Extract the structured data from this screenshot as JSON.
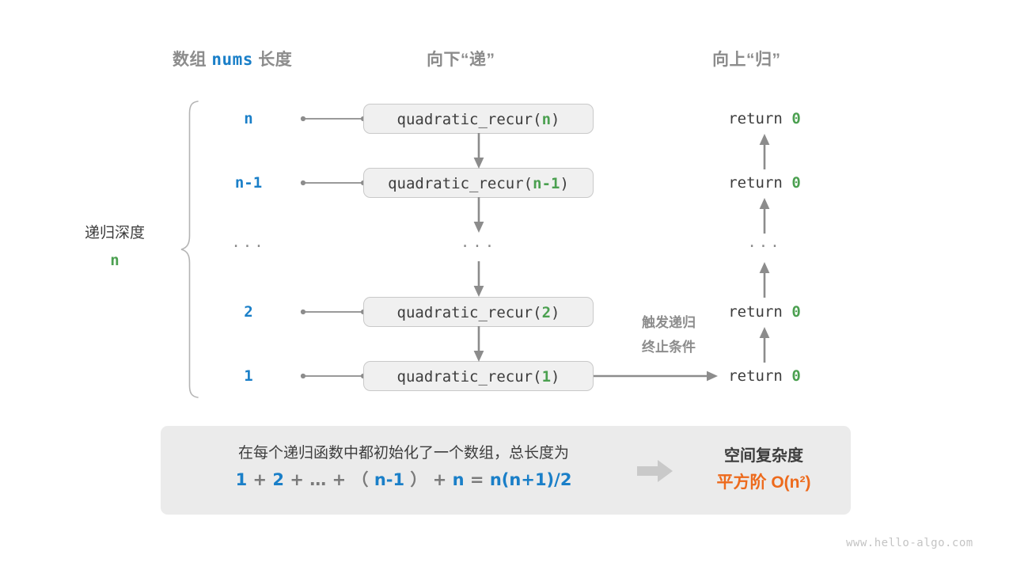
{
  "headers": {
    "array_length_prefix": "数组",
    "array_length_var": "nums",
    "array_length_suffix": "长度",
    "down": "向下“递”",
    "up": "向上“归”"
  },
  "depth": {
    "label": "递归深度",
    "value": "n"
  },
  "rows": [
    {
      "length": "n",
      "call_name": "quadratic_recur",
      "call_arg": "n",
      "return_text": "return",
      "return_value": "0"
    },
    {
      "length": "n-1",
      "call_name": "quadratic_recur",
      "call_arg": "n-1",
      "return_text": "return",
      "return_value": "0"
    },
    {
      "length": "···",
      "call_name": "···",
      "call_arg": "",
      "return_text": "···",
      "return_value": ""
    },
    {
      "length": "2",
      "call_name": "quadratic_recur",
      "call_arg": "2",
      "return_text": "return",
      "return_value": "0"
    },
    {
      "length": "1",
      "call_name": "quadratic_recur",
      "call_arg": "1",
      "return_text": "return",
      "return_value": "0"
    }
  ],
  "terminate_note": {
    "line1": "触发递归",
    "line2": "终止条件"
  },
  "summary": {
    "description": "在每个递归函数中都初始化了一个数组，总长度为",
    "formula_tokens": [
      {
        "t": "1",
        "c": "blue"
      },
      {
        "t": "+",
        "c": "gray"
      },
      {
        "t": "2",
        "c": "blue"
      },
      {
        "t": "+",
        "c": "gray"
      },
      {
        "t": "…",
        "c": "gray"
      },
      {
        "t": "+",
        "c": "gray"
      },
      {
        "t": "（",
        "c": "gray"
      },
      {
        "t": "n-1",
        "c": "blue"
      },
      {
        "t": "）",
        "c": "gray"
      },
      {
        "t": "+",
        "c": "gray"
      },
      {
        "t": "n",
        "c": "blue"
      },
      {
        "t": "=",
        "c": "gray"
      },
      {
        "t": "n(n+1)/2",
        "c": "blue"
      }
    ],
    "arrow_icon": "right-arrow-icon",
    "complexity_title": "空间复杂度",
    "complexity_value": "平方阶  O(n²)"
  },
  "watermark": "www.hello-algo.com",
  "colors": {
    "blue": "#1a7fc8",
    "green": "#4ba050",
    "orange": "#ed6a1c",
    "gray_text": "#8c8c8c",
    "dark_text": "#3d3d3d",
    "box_fill": "#f0f0f0",
    "box_border": "#c9c9c9",
    "panel_fill": "#ebebeb",
    "line": "#8c8c8c"
  }
}
